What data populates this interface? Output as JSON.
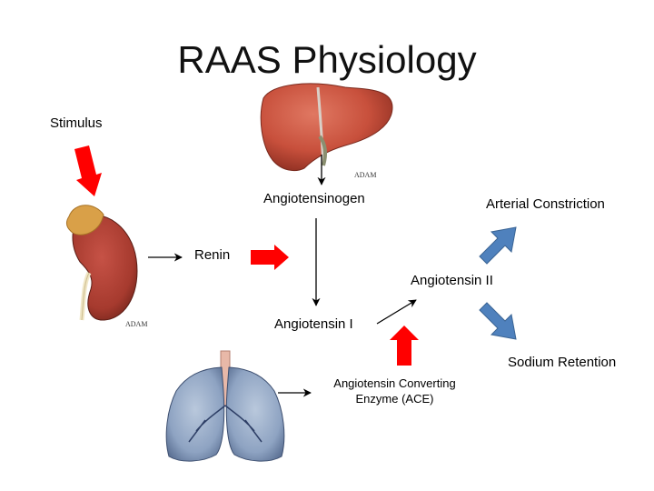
{
  "slide": {
    "title": "RAAS Physiology",
    "labels": {
      "stimulus": "Stimulus",
      "angiotensinogen": "Angiotensinogen",
      "renin": "Renin",
      "angiotensin_1": "Angiotensin I",
      "angiotensin_2": "Angiotensin II",
      "arterial_constriction": "Arterial Constriction",
      "sodium_retention": "Sodium Retention",
      "ace_line1": "Angiotensin Converting",
      "ace_line2": "Enzyme (ACE)"
    },
    "watermarks": {
      "liver": "ADAM",
      "kidney": "ADAM"
    },
    "colors": {
      "red_arrow": "#ff0000",
      "blue_arrow": "#4f81bd",
      "blue_arrow_border": "#3a6494",
      "liver": "#c8503c",
      "kidney": "#a63a2e",
      "adrenal": "#d9a048",
      "lung": "#8ea3c2"
    },
    "icons": [
      "liver-icon",
      "kidney-icon",
      "lungs-icon"
    ]
  }
}
